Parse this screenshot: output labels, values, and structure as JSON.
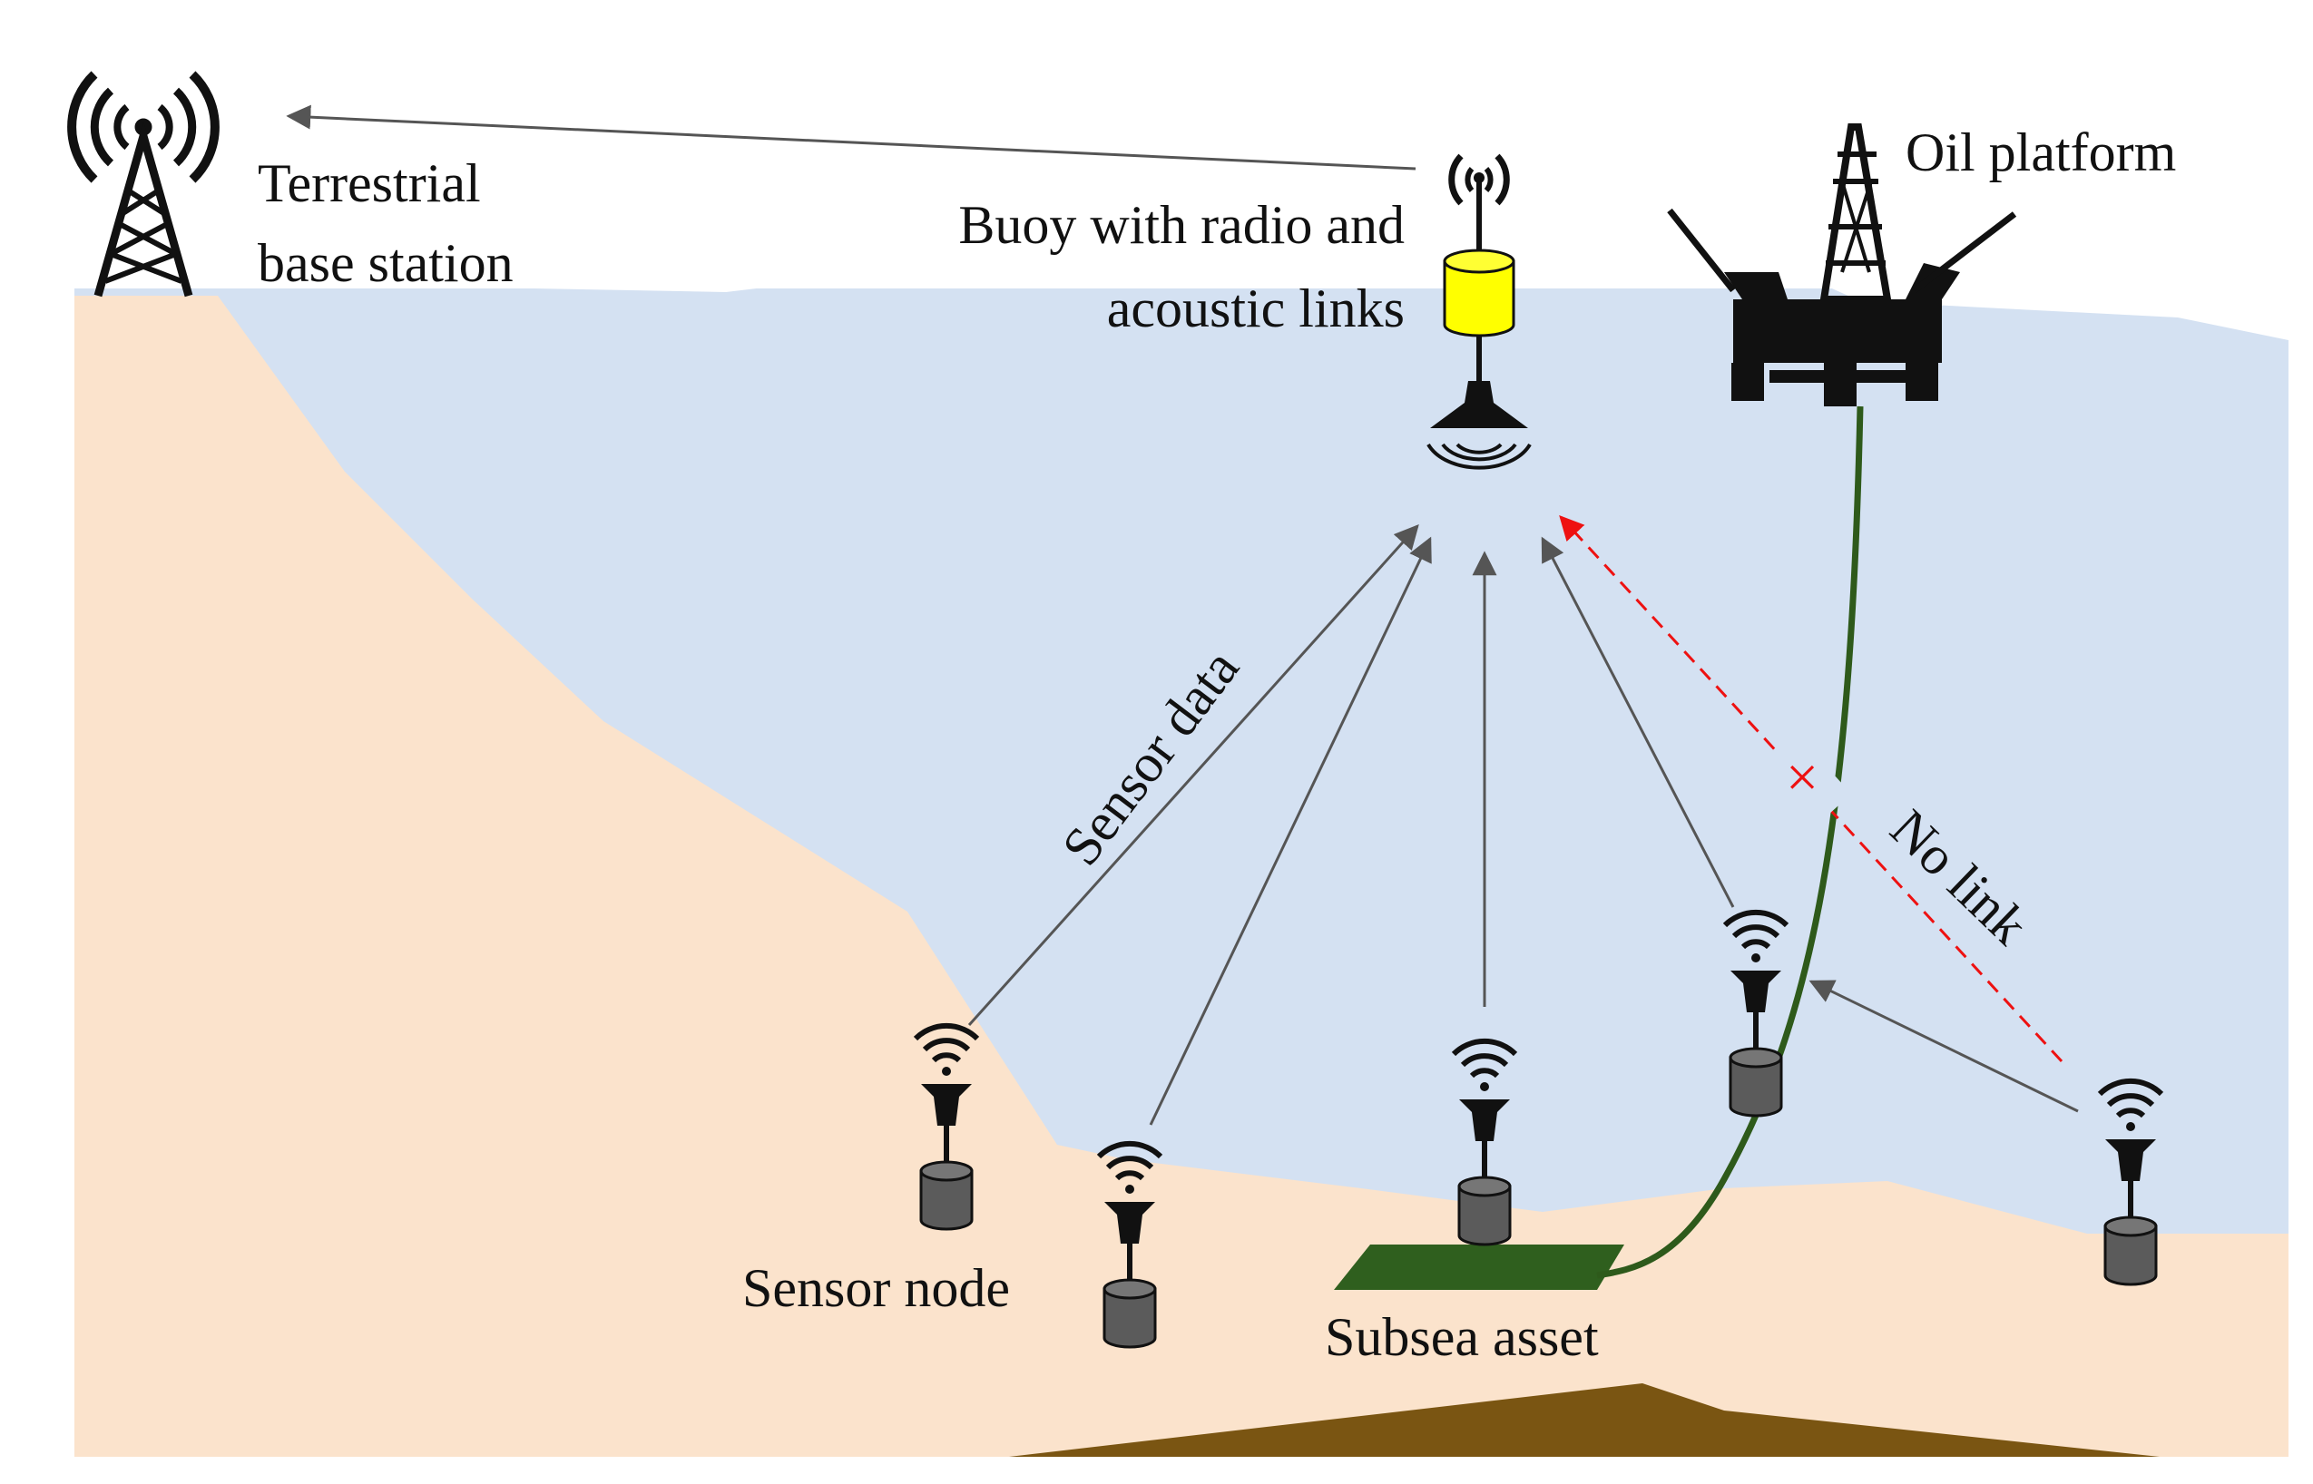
{
  "colors": {
    "seabed": "#fbe3cc",
    "water": "#d4e1f2",
    "sediment": "#7a5512",
    "asset_pad": "#2f5f1e",
    "umbilical": "#2e5a1b",
    "buoy": "#ffff00",
    "node_body": "#5b5b5b",
    "arrow": "#555555",
    "no_link": "#ee1111"
  },
  "labels": {
    "base_station_line1": "Terrestrial",
    "base_station_line2": "base station",
    "buoy_line1": "Buoy with radio and",
    "buoy_line2": "acoustic links",
    "oil_platform": "Oil platform",
    "sensor_data": "Sensor data",
    "no_link": "No link",
    "no_link_mark": "×",
    "sensor_node": "Sensor node",
    "subsea_asset": "Subsea asset"
  },
  "icons": {
    "base_station": "radio-tower-icon",
    "buoy": "buoy-icon",
    "platform": "oil-platform-icon",
    "node": "acoustic-sensor-node-icon"
  },
  "sensor_node_count": 5
}
